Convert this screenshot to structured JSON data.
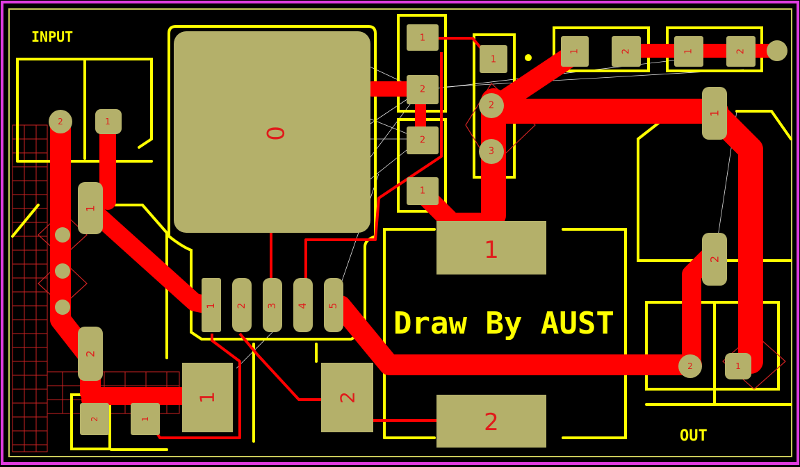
{
  "board": {
    "silkscreen": {
      "input_label": "INPUT",
      "output_label": "OUT",
      "credit": "Draw By AUST"
    },
    "colors": {
      "background": "#000000",
      "copper": "#ff0000",
      "pad": "#b4b06a",
      "silk": "#ffff00",
      "outline": "#e03ce0"
    },
    "pads": {
      "big_tab": "0",
      "reg_pin1": "1",
      "reg_pin2": "2",
      "reg_pin3": "3",
      "reg_pin4": "4",
      "reg_pin5": "5",
      "in_conn_pin1": "1",
      "in_conn_pin2": "2",
      "c_left_1": "1",
      "c_left_2": "2",
      "bot_small_2": "2",
      "bot_small_1": "1",
      "bot_big_1": "1",
      "bot_big_2": "2",
      "diode_1": "1",
      "diode_2": "2",
      "col_r1_1": "1",
      "col_r1_2": "2",
      "col_r2_2": "2",
      "col_r2_1": "1",
      "pot_1": "1",
      "pot_2": "2",
      "pot_3": "3",
      "r_top_a1": "1",
      "r_top_a2": "2",
      "r_top_b1": "1",
      "r_top_b2": "2",
      "r_right_1": "1",
      "r_right_2": "2",
      "out_conn_2": "2",
      "out_conn_1": "1"
    }
  }
}
